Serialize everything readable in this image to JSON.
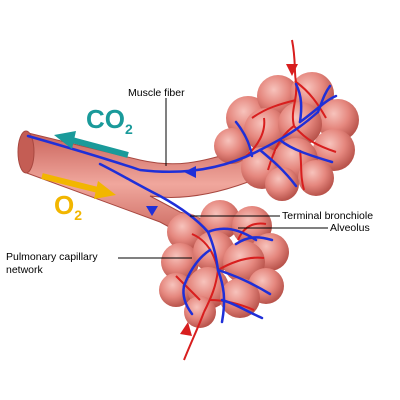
{
  "colors": {
    "airway": "#e58a7f",
    "airway_dark": "#b84d45",
    "alveolus": "#e58f86",
    "vein": "#1f2fd8",
    "artery": "#d81e1e",
    "co2": "#1a9a9a",
    "o2": "#f2b600"
  },
  "labels": {
    "muscle_fiber": "Muscle fiber",
    "terminal_bronchiole": "Terminal bronchiole",
    "alveolus": "Alveolus",
    "capillary_line1": "Pulmonary capillary",
    "capillary_line2": "network"
  },
  "gases": {
    "co2_main": "CO",
    "co2_sub": "2",
    "o2_main": "O",
    "o2_sub": "2"
  }
}
